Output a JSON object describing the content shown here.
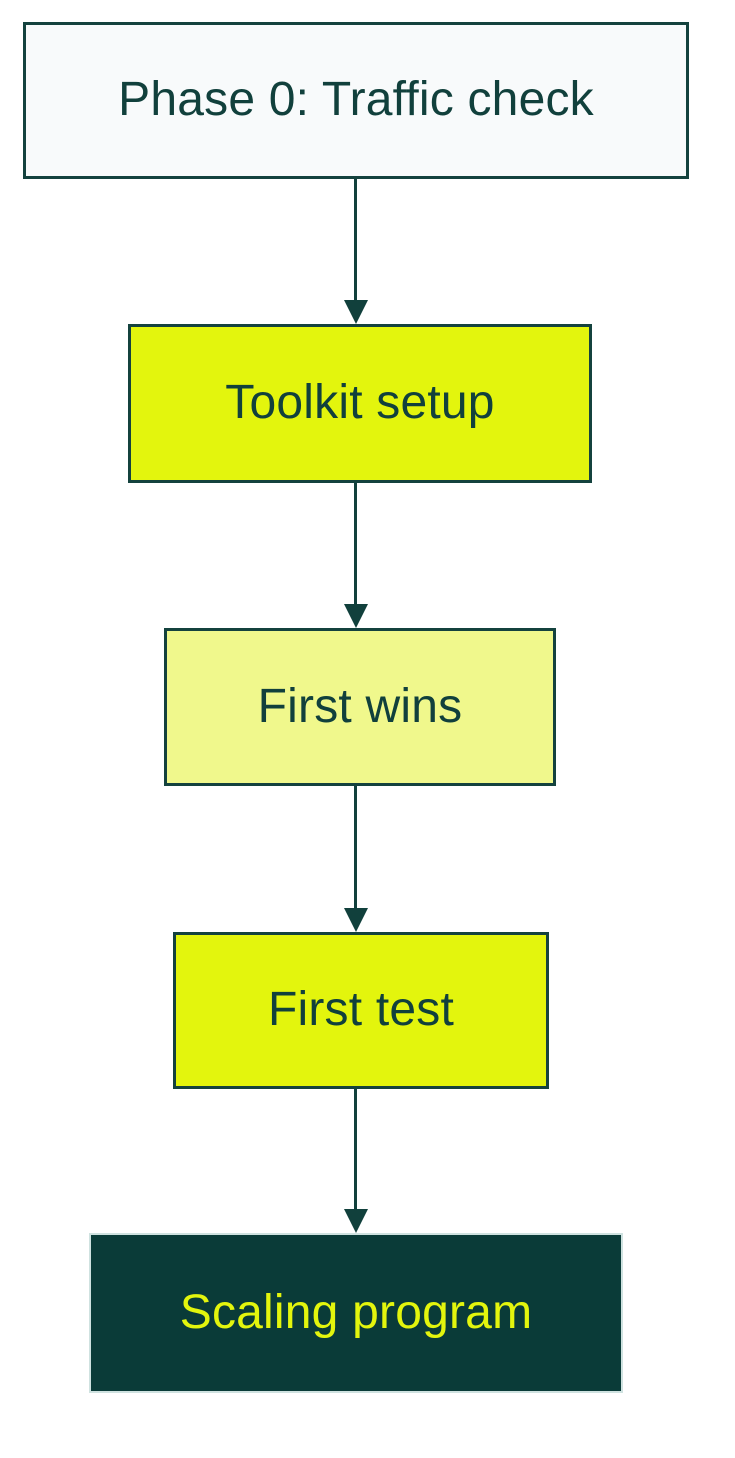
{
  "diagram": {
    "type": "flowchart",
    "direction": "top-down",
    "arrow_color": "#11403c",
    "background": "#ffffff",
    "colors": {
      "dark_teal": "#0a3b38",
      "bright_yellow": "#e3f50d",
      "pale_yellow": "#f0f88c",
      "near_white": "#f8fafb",
      "dark_border": "#14423e",
      "light_border": "#cfe2e0",
      "dark_text": "#11403c"
    },
    "nodes": [
      {
        "id": "phase0",
        "label": "Phase 0: Traffic check",
        "fill": "#f8fafb",
        "border": "#14423e",
        "text_color": "#11403c"
      },
      {
        "id": "toolkit",
        "label": "Toolkit setup",
        "fill": "#e3f50d",
        "border": "#14423e",
        "text_color": "#11403c"
      },
      {
        "id": "wins",
        "label": "First wins",
        "fill": "#f0f88c",
        "border": "#14423e",
        "text_color": "#11403c"
      },
      {
        "id": "test",
        "label": "First test",
        "fill": "#e3f50d",
        "border": "#14423e",
        "text_color": "#11403c"
      },
      {
        "id": "scaling",
        "label": "Scaling program",
        "fill": "#0a3b38",
        "border": "#cfe2e0",
        "text_color": "#e3f50d"
      }
    ],
    "edges": [
      {
        "from": "phase0",
        "to": "toolkit"
      },
      {
        "from": "toolkit",
        "to": "wins"
      },
      {
        "from": "wins",
        "to": "test"
      },
      {
        "from": "test",
        "to": "scaling"
      }
    ]
  }
}
